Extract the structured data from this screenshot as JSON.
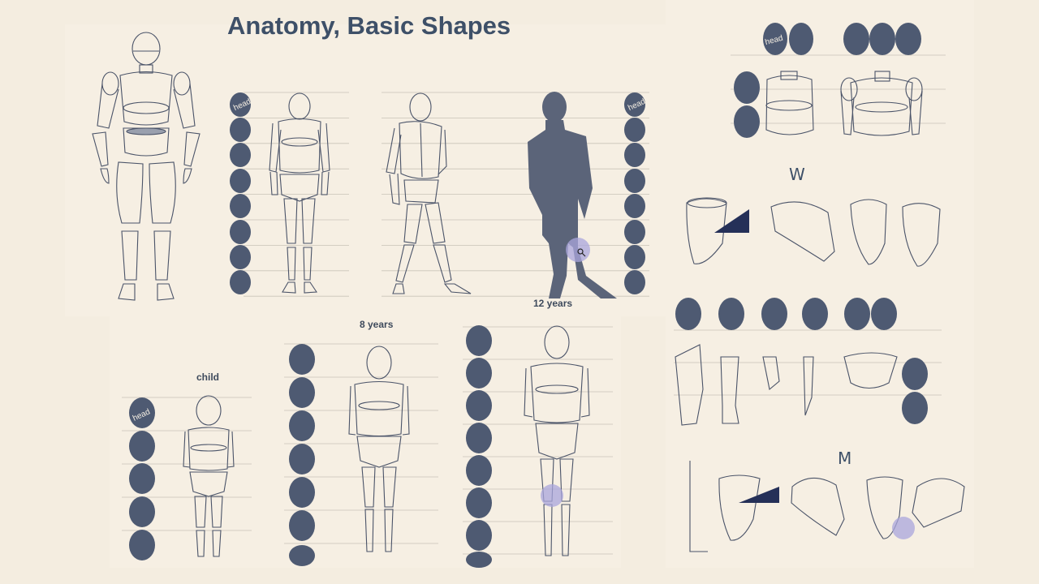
{
  "title": "Anatomy, Basic Shapes",
  "labels": {
    "head": "head",
    "child": "child",
    "eight_years": "8 years",
    "twelve_years": "12 years",
    "w_mark": "W",
    "m_mark": "M"
  },
  "colors": {
    "background": "#f4ede0",
    "head_shape": "#4e5a72",
    "title": "#3e5068",
    "highlight": "#a9a6dc"
  },
  "icons": [
    "magnifier-cursor-icon"
  ]
}
